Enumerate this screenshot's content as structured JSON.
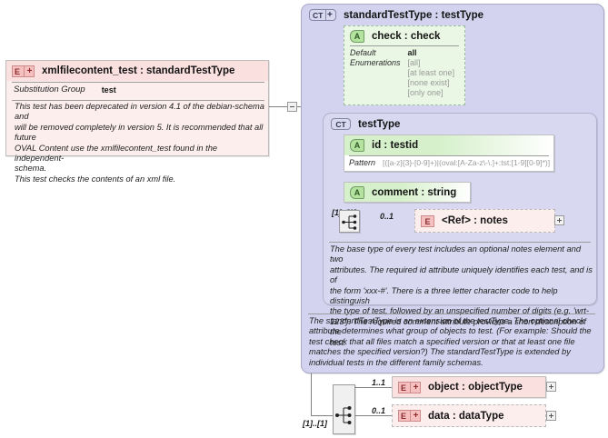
{
  "diagram": {
    "kind": "xml-schema-diagram",
    "colors": {
      "element_fill": "#fbe4e4",
      "attribute_fill": "#d6f0cb",
      "complextype_fill": "#d3d3ef",
      "line": "#808080",
      "canvas": "#ffffff"
    }
  },
  "main_element": {
    "badge": "E",
    "badge_plus": "+",
    "title": "xmlfilecontent_test : standardTestType",
    "substitution_group_label": "Substitution Group",
    "substitution_group_value": "test",
    "documentation": [
      "This test has been deprecated in version 4.1 of the debian-schema and",
      "will be removed completely in version 5.  It is recommended that all future",
      "OVAL Content use the xmlfilecontent_test found in the independent-",
      "schema.",
      "This test checks the contents of an xml file."
    ],
    "collapse_toggle": "-"
  },
  "standard_test_type": {
    "badge": "CT",
    "badge_plus": "+",
    "title": "standardTestType : testType",
    "documentation": [
      "The standardTestType is an extension of the testType.  The optional check",
      "attribute determines what group of objects to test.  (For example: Should the",
      "test check that all files match a specified version or that at least one file",
      "matches the specified version?)  The standardTestType is extended by",
      "individual tests in the different family schemas."
    ]
  },
  "check_attribute": {
    "badge": "A",
    "title": "check    : check",
    "facet_labels": [
      "Default",
      "Enumerations"
    ],
    "default_value": "all",
    "enumerations": [
      "[all]",
      "[at least one]",
      "[none exist]",
      "[only one]"
    ]
  },
  "test_type": {
    "badge": "CT",
    "title": "testType",
    "documentation": [
      "The base type of every test includes an optional notes element and two",
      "attributes.  The required id attribute uniquely identifies each test, and is of",
      "the form 'xxx-#'.  There is a three letter character code to help distinguish",
      "the type of test, followed by an unspecified number of digits (e.g. 'wrt-",
      "123').  The required comment attribute provides a short description of the",
      "test."
    ]
  },
  "id_attribute": {
    "badge": "A",
    "title": "id           : testid",
    "facet_label": "Pattern",
    "pattern": "[([a-z]{3}-[0-9]+)|(oval:[A-Za-z\\-\\.]+:tst:[1-9][0-9]*)]"
  },
  "comment_attribute": {
    "badge": "A",
    "title": "comment : string"
  },
  "notes_element": {
    "badge": "E",
    "title": "<Ref>      : notes",
    "cardinality": "0..1",
    "expand_toggle": "+"
  },
  "inner_sequence": {
    "icon": "sequence-icon",
    "cardinality": "[1]..[1]"
  },
  "outer_sequence": {
    "icon": "sequence-icon",
    "cardinality": "[1]..[1]"
  },
  "object_element": {
    "badge": "E",
    "badge_plus": "+",
    "title": "object      : objectType",
    "cardinality": "1..1",
    "expand_toggle": "+"
  },
  "data_element": {
    "badge": "E",
    "badge_plus": "+",
    "title": "data        : dataType",
    "cardinality": "0..1",
    "expand_toggle": "+"
  }
}
